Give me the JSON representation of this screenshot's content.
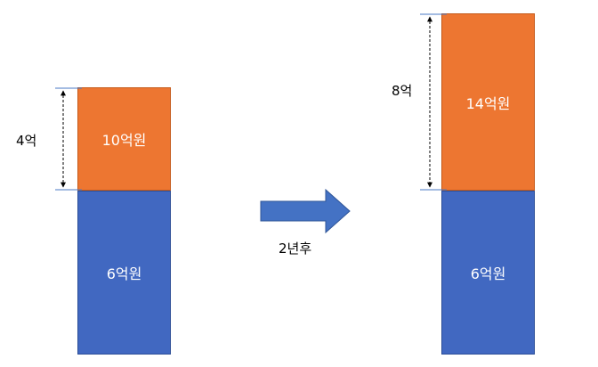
{
  "before": {
    "top_label": "10억원",
    "bottom_label": "6억원",
    "gap_label": "4억"
  },
  "transition": {
    "label": "2년후"
  },
  "after": {
    "top_label": "14억원",
    "bottom_label": "6억원",
    "gap_label": "8억"
  },
  "colors": {
    "orange": "#ed7631",
    "blue": "#4168c1"
  }
}
